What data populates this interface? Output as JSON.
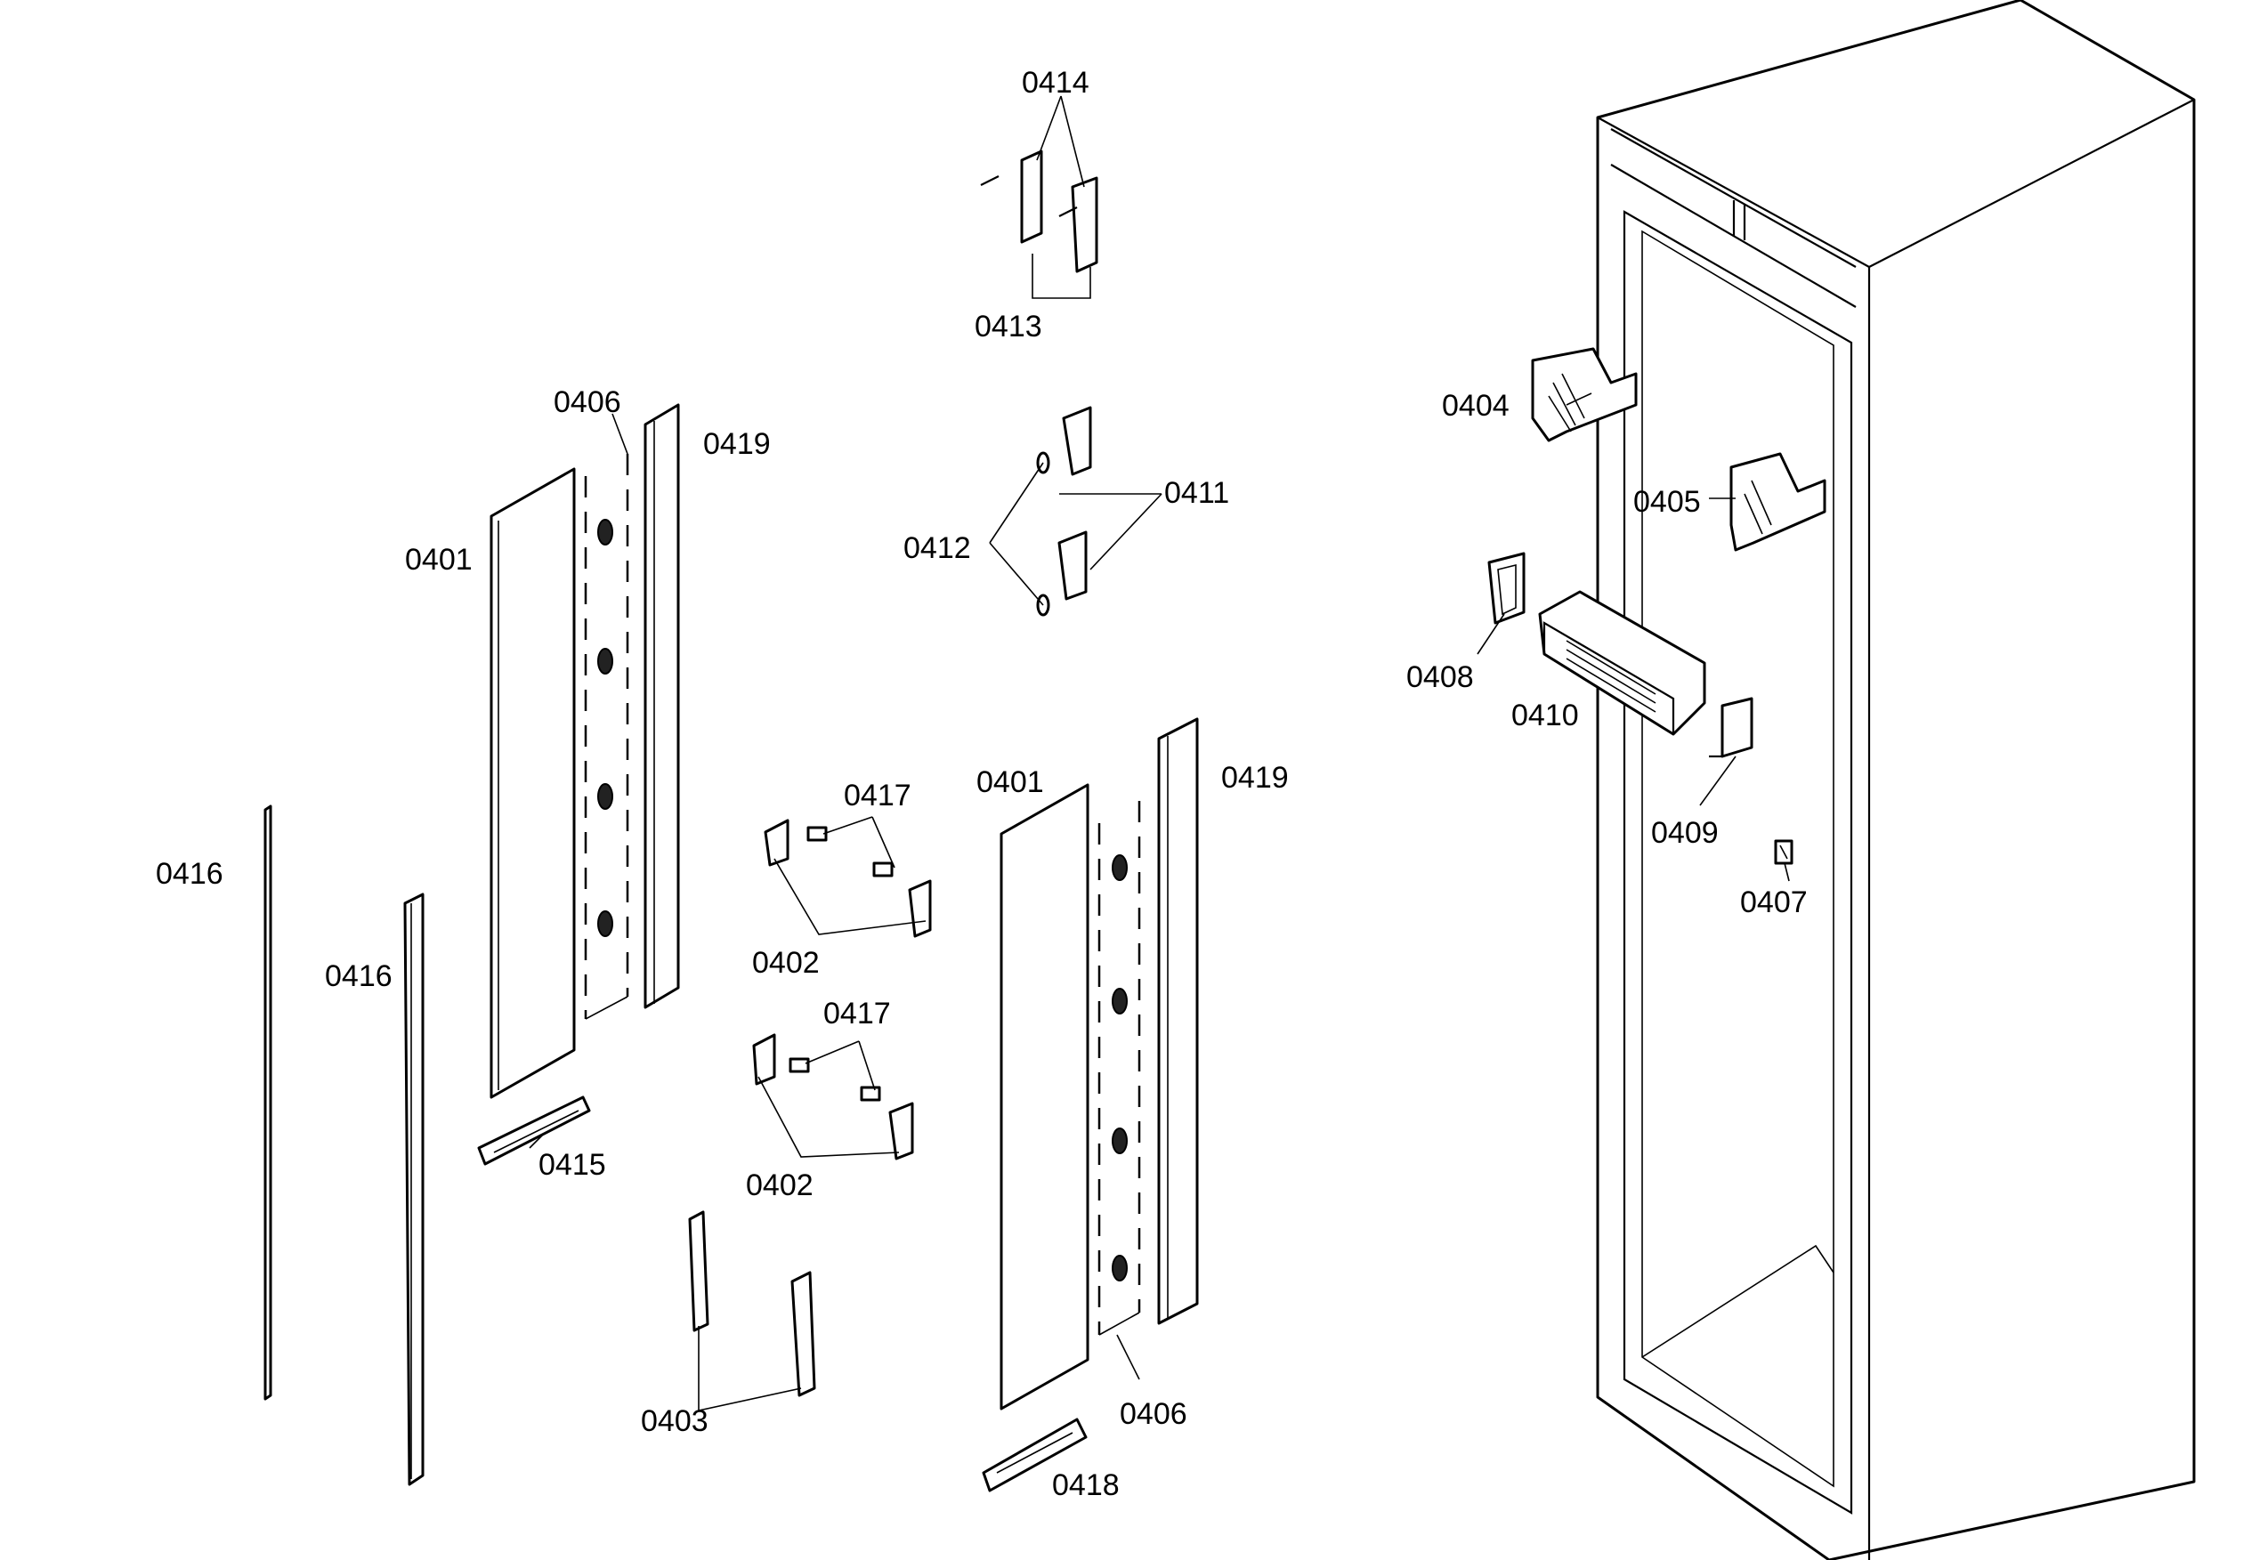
{
  "diagram": {
    "labels": {
      "p0401a": "0401",
      "p0401b": "0401",
      "p0402a": "0402",
      "p0402b": "0402",
      "p0403": "0403",
      "p0404": "0404",
      "p0405": "0405",
      "p0406a": "0406",
      "p0406b": "0406",
      "p0407": "0407",
      "p0408": "0408",
      "p0409": "0409",
      "p0410": "0410",
      "p0411": "0411",
      "p0412": "0412",
      "p0413": "0413",
      "p0414": "0414",
      "p0415": "0415",
      "p0416a": "0416",
      "p0416b": "0416",
      "p0417a": "0417",
      "p0417b": "0417",
      "p0418": "0418",
      "p0419a": "0419",
      "p0419b": "0419"
    }
  }
}
